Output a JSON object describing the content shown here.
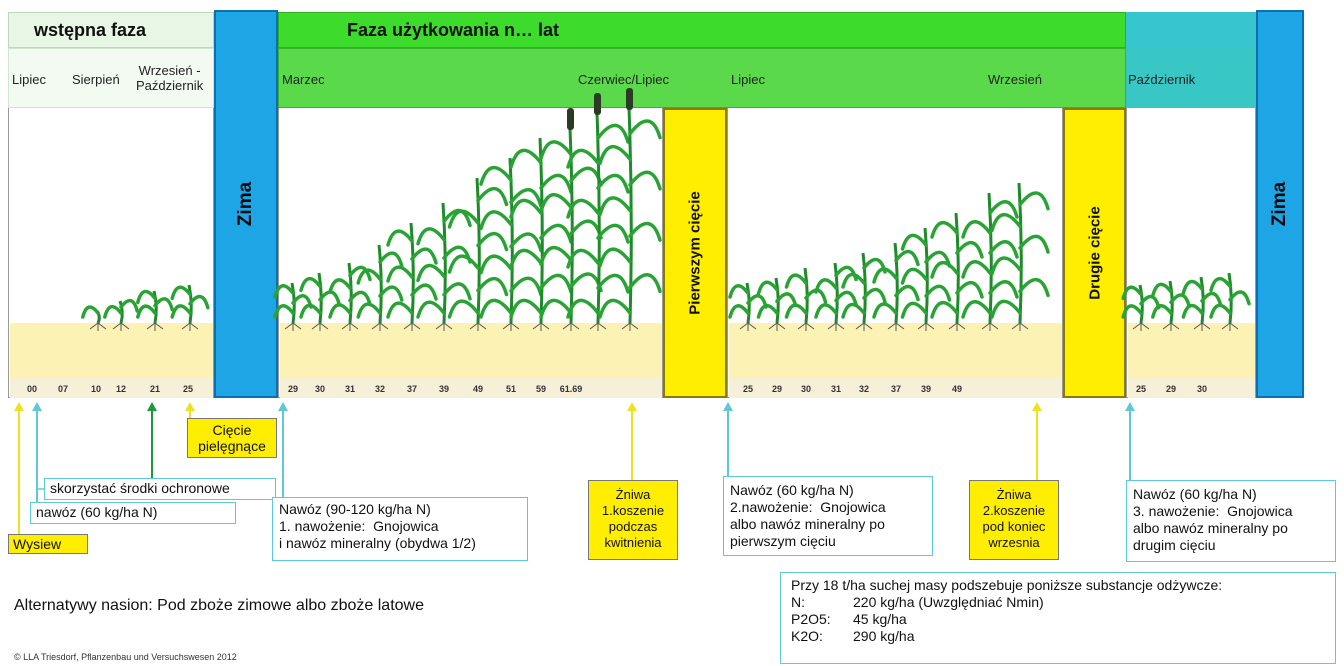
{
  "header": {
    "initial_phase": "wstępna faza",
    "usage_phase": "Faza użytkowania n… lat"
  },
  "months": {
    "lipiec_1": "Lipiec",
    "sierpien": "Sierpień",
    "wrzesien_pazdziernik": "Wrzesień -\nPaździernik",
    "marzec": "Marzec",
    "czerwiec_lipiec": "Czerwiec/Lipiec",
    "lipiec_2": "Lipiec",
    "wrzesien": "Wrzesień",
    "pazdziernik": "Październik"
  },
  "columns": {
    "zima_1": "Zima",
    "zima_2": "Zima",
    "first_cut": "Pierwszym cięcie",
    "second_cut": "Drugie cięcie"
  },
  "stages": {
    "initial": [
      "00",
      "07",
      "10",
      "12",
      "21",
      "25"
    ],
    "first": [
      "29",
      "30",
      "31",
      "32",
      "37",
      "39",
      "49",
      "51",
      "59",
      "61.69"
    ],
    "second": [
      "25",
      "29",
      "30",
      "31",
      "32",
      "37",
      "39",
      "49"
    ],
    "third": [
      "25",
      "29",
      "30"
    ]
  },
  "boxes": {
    "ciecie_pielegnacyjne": "Cięcie\npielęgnące",
    "srodki": "skorzystać środki ochronowe",
    "nawoz_60": "nawóz (60 kg/ha N)",
    "wysiew": "Wysiew",
    "nawoz_first": "Nawóz (90-120 kg/ha N)\n1. nawożenie:  Gnojowica\ni nawóz mineralny (obydwa 1/2)",
    "zniwa_1": "Żniwa\n1.koszenie\npodczas\nkwitnienia",
    "nawoz_second": "Nawóz (60 kg/ha N)\n2.nawożenie:  Gnojowica\nalbo nawóz mineralny po\npierwszym cięciu",
    "zniwa_2": "Żniwa\n2.koszenie\npod koniec\nwrzesnia",
    "nawoz_third": "Nawóz (60 kg/ha N)\n3. nawożenie:  Gnojowica\nalbo nawóz mineralny po\ndrugim cięciu"
  },
  "footer": {
    "alternatives": "Alternatywy nasion: Pod zboże zimowe albo zboże latowe",
    "credit": "© LLA Triesdorf, Pflanzenbau und Versuchswesen 2012"
  },
  "nutrients": {
    "intro": "Przy 18 t/ha suchej masy podszebuje poniższe substancje odżywcze:",
    "rows": [
      {
        "name": "N:",
        "value": "220 kg/ha (Uwzględniać Nmin)"
      },
      {
        "name": "P2O5:",
        "value": "45 kg/ha"
      },
      {
        "name": "K2O:",
        "value": "290 kg/ha"
      }
    ]
  },
  "colors": {
    "zima": "#1ea5e6",
    "usage_green": "#3ddc2c",
    "cut_yellow": "#ffee00",
    "arrow_cyan": "#5fc9d8",
    "arrow_yellow": "#f0e020",
    "arrow_green": "#1a9a3a"
  }
}
